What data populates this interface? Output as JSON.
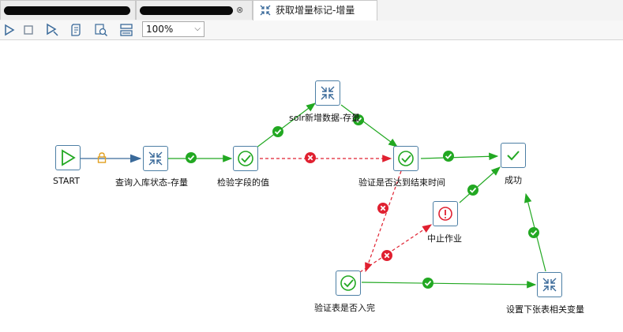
{
  "tabs": [
    {
      "label": "",
      "redacted": true
    },
    {
      "label": "",
      "redacted": true,
      "close": "⊗"
    },
    {
      "label": "获取增量标记-增量",
      "icon": "transform-icon"
    }
  ],
  "toolbar": {
    "icons": [
      "run-icon",
      "stop-icon",
      "preview-icon",
      "script-icon",
      "search-icon",
      "layout-icon"
    ],
    "zoom": "100%"
  },
  "steps": {
    "start": "START",
    "query": "查询入库状态-存量",
    "check_field": "检验字段的值",
    "solr": "solr新增数据-存量",
    "verify_end": "验证是否达到结束时间",
    "success": "成功",
    "abort": "中止作业",
    "verify_table": "验证表是否入完",
    "set_vars": "设置下张表相关变量"
  },
  "colors": {
    "green": "#22a822",
    "red": "#e02030",
    "blue": "#3a6a9a",
    "node_border": "#4d7fa5"
  }
}
